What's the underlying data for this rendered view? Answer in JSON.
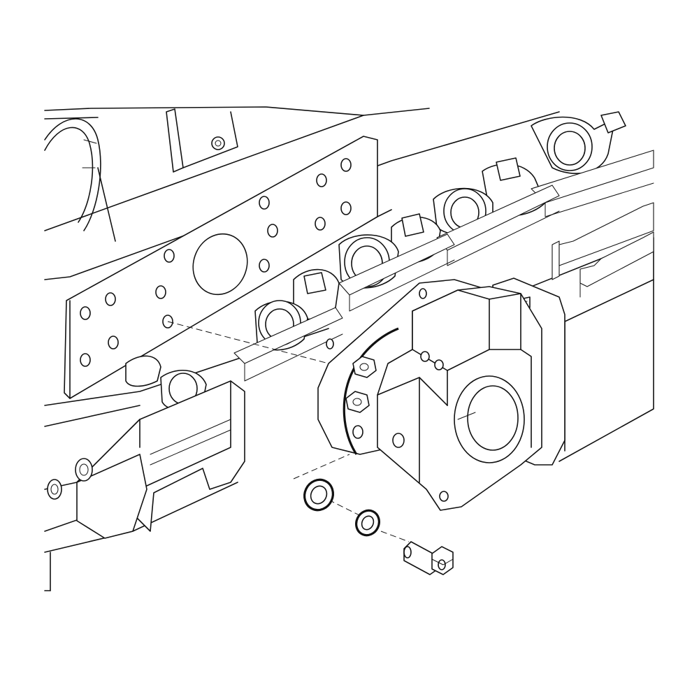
{
  "drawing": {
    "kind": "exploded-assembly-line-art",
    "stroke_color": "#111111",
    "background_color": "#ffffff"
  },
  "parts": {
    "side_frame": "frame-rail",
    "perforated_plate": "mounting-plate",
    "track_chain": "track-chain",
    "track_shoes": "track-shoe",
    "roller_housing": "bearing-housing",
    "flat_washer": "flat-washer",
    "lock_washer": "lock-washer",
    "hex_bolt": "hex-bolt"
  }
}
